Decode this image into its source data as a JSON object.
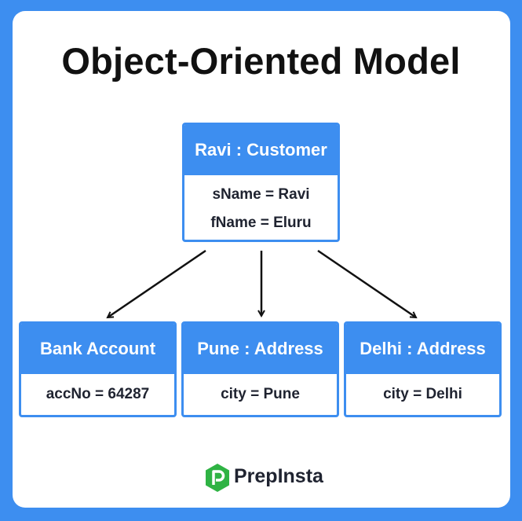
{
  "title": "Object-Oriented Model",
  "nodes": {
    "customer": {
      "header": "Ravi : Customer",
      "attributes": [
        "sName = Ravi",
        "fName = Eluru"
      ]
    },
    "bank": {
      "header": "Bank Account",
      "attributes": [
        "accNo = 64287"
      ]
    },
    "pune": {
      "header": "Pune : Address",
      "attributes": [
        "city = Pune"
      ]
    },
    "delhi": {
      "header": "Delhi : Address",
      "attributes": [
        "city = Delhi"
      ]
    }
  },
  "brand": {
    "name": "PrepInsta",
    "icon": "prepinsta-logo-icon"
  },
  "colors": {
    "accent": "#3d8ef0",
    "logo": "#2fb344",
    "text": "#1f2330"
  }
}
